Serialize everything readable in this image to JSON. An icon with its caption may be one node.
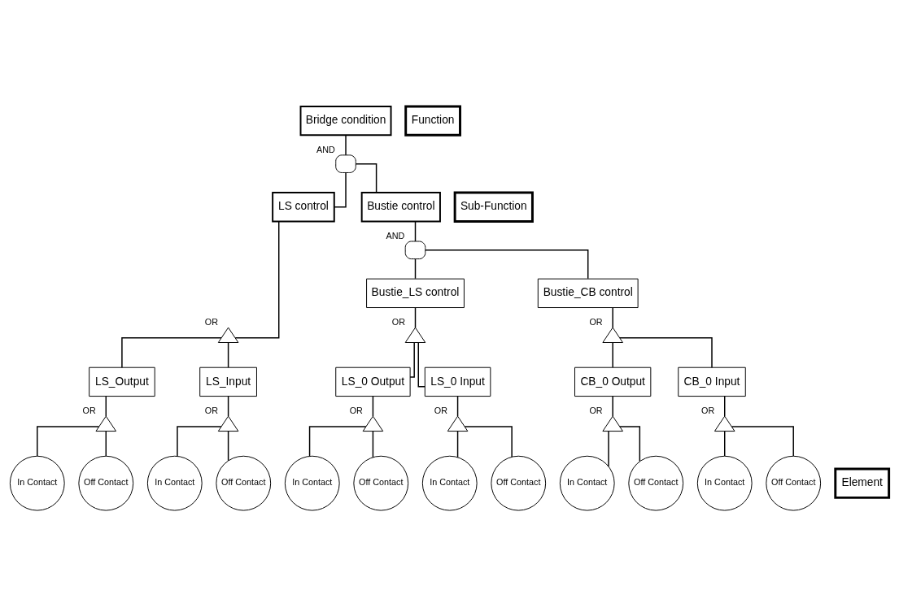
{
  "diagram": {
    "nodes": [
      {
        "text": [
          "Bridge condition"
        ]
      },
      {
        "text": [],
        "shape": "gate",
        "beside": [
          "AND"
        ]
      },
      {
        "text": [
          "LS control"
        ]
      },
      {
        "text": [
          "Bustie control"
        ]
      },
      {
        "text": [],
        "shape": "gate",
        "beside": [
          "OR"
        ]
      },
      {
        "text": [],
        "shape": "gate",
        "beside": [
          "AND"
        ]
      },
      {
        "text": [
          "LS_Output"
        ]
      },
      {
        "text": [
          "LS_Input"
        ]
      },
      {
        "text": [
          "Bustie_LS control"
        ]
      },
      {
        "text": [
          "Bustie_CB control"
        ]
      },
      {
        "text": [],
        "shape": "gate",
        "beside": [
          "OR"
        ]
      },
      {
        "text": [],
        "shape": "gate",
        "beside": [
          "OR"
        ]
      },
      {
        "text": [],
        "shape": "gate",
        "beside": [
          "OR"
        ]
      },
      {
        "text": [],
        "shape": "gate",
        "beside": [
          "OR"
        ]
      },
      {
        "text": [
          "LS_0 Output"
        ]
      },
      {
        "text": [
          "LS_0 Input"
        ]
      },
      {
        "text": [
          "CB_0 Output"
        ]
      },
      {
        "text": [
          "CB_0 Input"
        ]
      },
      {
        "text": [],
        "shape": "gate",
        "beside": [
          "OR"
        ]
      },
      {
        "text": [],
        "shape": "gate",
        "beside": [
          "OR"
        ]
      },
      {
        "text": [],
        "shape": "gate",
        "beside": [
          "OR"
        ]
      },
      {
        "text": [],
        "shape": "gate",
        "beside": [
          "OR"
        ]
      },
      {
        "text": [
          "In Contact"
        ]
      },
      {
        "text": [
          "Off Contact"
        ]
      },
      {
        "text": [
          "In Contact"
        ]
      },
      {
        "text": [
          "Off Contact"
        ]
      },
      {
        "text": [
          "In Contact"
        ]
      },
      {
        "text": [
          "Off Contact"
        ]
      },
      {
        "text": [
          "In Contact"
        ]
      },
      {
        "text": [
          "Off Contact"
        ]
      },
      {
        "text": [
          "In Contact"
        ]
      },
      {
        "text": [
          "Off Contact"
        ]
      },
      {
        "text": [
          "In Contact"
        ]
      },
      {
        "text": [
          "Off Contact"
        ]
      },
      {
        "text": [
          "Function"
        ]
      },
      {
        "text": [
          "Sub-Function"
        ]
      },
      {
        "text": [
          "Element"
        ]
      }
    ],
    "edges": [
      {
        "from": 0,
        "to": 1,
        "arrow": "none"
      },
      {
        "from": 1,
        "to": 2,
        "arrow": "none"
      },
      {
        "from": 1,
        "to": 3,
        "arrow": "none"
      },
      {
        "from": 2,
        "to": 4,
        "arrow": "none"
      },
      {
        "from": 4,
        "to": 6,
        "arrow": "none"
      },
      {
        "from": 4,
        "to": 7,
        "arrow": "none"
      },
      {
        "from": 3,
        "to": 5,
        "arrow": "none"
      },
      {
        "from": 5,
        "to": 8,
        "arrow": "none"
      },
      {
        "from": 5,
        "to": 9,
        "arrow": "none"
      },
      {
        "from": 6,
        "to": 10,
        "arrow": "none"
      },
      {
        "from": 7,
        "to": 11,
        "arrow": "none"
      },
      {
        "from": 8,
        "to": 12,
        "arrow": "none"
      },
      {
        "from": 9,
        "to": 13,
        "arrow": "none"
      },
      {
        "from": 12,
        "to": 14,
        "arrow": "none"
      },
      {
        "from": 12,
        "to": 15,
        "arrow": "none"
      },
      {
        "from": 13,
        "to": 16,
        "arrow": "none"
      },
      {
        "from": 13,
        "to": 17,
        "arrow": "none"
      },
      {
        "from": 14,
        "to": 18,
        "arrow": "none"
      },
      {
        "from": 15,
        "to": 19,
        "arrow": "none"
      },
      {
        "from": 16,
        "to": 20,
        "arrow": "none"
      },
      {
        "from": 17,
        "to": 21,
        "arrow": "none"
      },
      {
        "from": 10,
        "to": 22,
        "arrow": "none"
      },
      {
        "from": 10,
        "to": 23,
        "arrow": "none"
      },
      {
        "from": 11,
        "to": 24,
        "arrow": "none"
      },
      {
        "from": 11,
        "to": 25,
        "arrow": "none"
      },
      {
        "from": 18,
        "to": 26,
        "arrow": "none"
      },
      {
        "from": 18,
        "to": 27,
        "arrow": "none"
      },
      {
        "from": 19,
        "to": 28,
        "arrow": "none"
      },
      {
        "from": 19,
        "to": 29,
        "arrow": "none"
      },
      {
        "from": 20,
        "to": 30,
        "arrow": "none"
      },
      {
        "from": 20,
        "to": 31,
        "arrow": "none"
      },
      {
        "from": 21,
        "to": 32,
        "arrow": "none"
      },
      {
        "from": 21,
        "to": 33,
        "arrow": "none"
      }
    ]
  }
}
